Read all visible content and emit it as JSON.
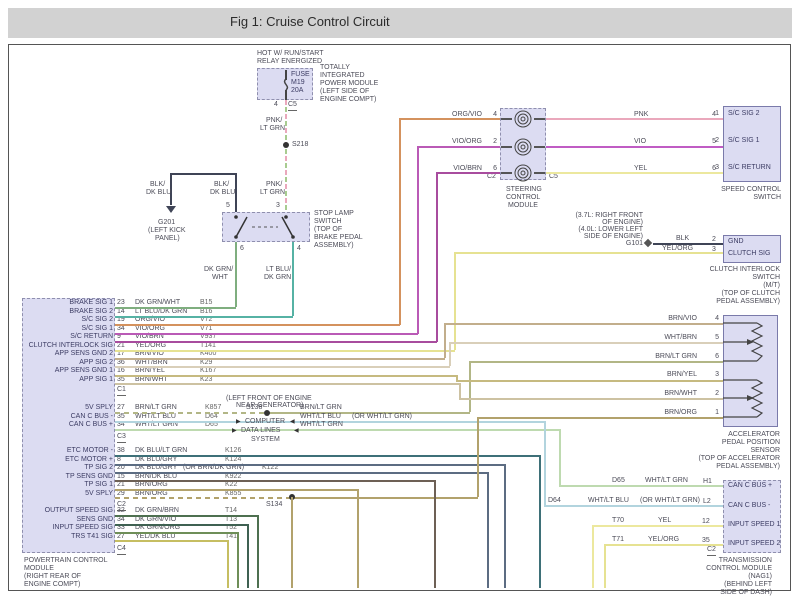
{
  "title": "Fig 1: Cruise Control Circuit",
  "tipm": {
    "hot_lines": [
      "HOT W/ RUN/START",
      "RELAY ENERGIZED"
    ],
    "fuse_lines": [
      "FUSE",
      "M19",
      "20A"
    ],
    "name_lines": [
      "TOTALLY",
      "INTEGRATED",
      "POWER MODULE",
      "(LEFT SIDE OF",
      "ENGINE COMPT)"
    ],
    "pin": "4",
    "connector": "C5"
  },
  "feed": {
    "wire1_lines": [
      "PNK/",
      "LT GRN"
    ],
    "splice": "S218",
    "wire2_lines": [
      "PNK/",
      "LT GRN"
    ],
    "pin_into_switch": "3"
  },
  "g201": {
    "wire_left_lines": [
      "BLK/",
      "DK BLU"
    ],
    "wire_right_lines": [
      "BLK/",
      "DK BLU"
    ],
    "name_lines": [
      "G201",
      "(LEFT KICK",
      "PANEL)"
    ],
    "pin_into_switch": "5"
  },
  "stop_lamp": {
    "bottom_pins": [
      "6",
      "4"
    ],
    "wire_left_lines": [
      "DK GRN/",
      "WHT"
    ],
    "wire_right_lines": [
      "LT BLU/",
      "DK GRN"
    ],
    "name_lines": [
      "STOP LAMP",
      "SWITCH",
      "(TOP OF",
      "BRAKE PEDAL",
      "ASSEMBLY)"
    ]
  },
  "scm": {
    "left_rows": [
      {
        "wire": "ORG/VIO",
        "pin": "4"
      },
      {
        "wire": "VIO/ORG",
        "pin": "2"
      },
      {
        "wire": "VIO/BRN",
        "pin": "6"
      }
    ],
    "right_rows": [
      {
        "wire": "PNK",
        "pin": "4"
      },
      {
        "wire": "VIO",
        "pin": "5"
      },
      {
        "wire": "YEL",
        "pin": "6"
      }
    ],
    "conn_left": "C2",
    "conn_right": "C5",
    "name_lines": [
      "STEERING",
      "CONTROL",
      "MODULE"
    ]
  },
  "spd_switch": {
    "rows": [
      {
        "pin": "1",
        "label": "S/C SIG 2"
      },
      {
        "pin": "2",
        "label": "S/C SIG 1"
      },
      {
        "pin": "3",
        "label": "S/C RETURN"
      }
    ],
    "name_lines": [
      "SPEED CONTROL",
      "SWITCH"
    ]
  },
  "g101": {
    "loc_lines": [
      "(3.7L: RIGHT FRONT",
      "OF ENGINE)",
      "(4.0L: LOWER LEFT",
      "SIDE OF ENGINE)",
      "G101"
    ]
  },
  "clutch": {
    "rows": [
      {
        "wire": "BLK",
        "pin": "2",
        "label": "GND"
      },
      {
        "wire": "YEL/ORG",
        "pin": "3",
        "label": "CLUTCH SIG"
      }
    ],
    "name_lines": [
      "CLUTCH INTERLOCK",
      "SWITCH",
      "(M/T)",
      "(TOP OF CLUTCH",
      "PEDAL ASSEMBLY)"
    ]
  },
  "pcm": {
    "name_lines": [
      "POWERTRAIN CONTROL",
      "MODULE",
      "(RIGHT REAR OF",
      "ENGINE COMPT)"
    ],
    "c1_rows": [
      {
        "label": "BRAKE SIG 1",
        "pin": "23",
        "wire": "DK GRN/WHT",
        "code": "B15"
      },
      {
        "label": "BRAKE SIG 2",
        "pin": "14",
        "wire": "LT BLU/DK GRN",
        "code": "B16"
      },
      {
        "label": "S/C SIG 2",
        "pin": "19",
        "wire": "ORG/VIO",
        "code": "V72"
      },
      {
        "label": "S/C SIG 1",
        "pin": "34",
        "wire": "VIO/ORG",
        "code": "V71"
      },
      {
        "label": "S/C RETURN",
        "pin": "9",
        "wire": "VIO/BRN",
        "code": "V937"
      },
      {
        "label": "CLUTCH INTERLOCK SIG",
        "pin": "21",
        "wire": "YEL/ORG",
        "code": "T141"
      },
      {
        "label": "APP SENS GND 2",
        "pin": "17",
        "wire": "BRN/VIO",
        "code": "K400"
      },
      {
        "label": "APP SIG 2",
        "pin": "36",
        "wire": "WHT/BRN",
        "code": "K29"
      },
      {
        "label": "APP SENS GND 1",
        "pin": "16",
        "wire": "BRN/YEL",
        "code": "K167"
      },
      {
        "label": "APP SIG 1",
        "pin": "35",
        "wire": "BRN/WHT",
        "code": "K23"
      }
    ],
    "conn1": "C1",
    "c3_rows": [
      {
        "label": "5V SPLY",
        "pin": "27",
        "wire": "BRN/LT GRN",
        "code": "K857"
      },
      {
        "label": "CAN C BUS -",
        "pin": "35",
        "wire": "WHT/LT BLU",
        "code": "D64"
      },
      {
        "label": "CAN C BUS +",
        "pin": "34",
        "wire": "WHT/LT GRN",
        "code": "D65"
      }
    ],
    "conn3": "C3",
    "c2_rows": [
      {
        "label": "ETC MOTOR -",
        "pin": "38",
        "wire": "DK BLU/LT GRN",
        "code": "K126"
      },
      {
        "label": "ETC MOTOR +",
        "pin": "8",
        "wire": "DK BLU/GRY",
        "code": "K124"
      },
      {
        "label": "TP SIG 2",
        "pin": "20",
        "wire": "DK BLU/GRY",
        "alt": "(OR BRN/DK GRN)",
        "code": "K122"
      },
      {
        "label": "TP SENS GND",
        "pin": "15",
        "wire": "BRN/DK BLU",
        "code": "K922"
      },
      {
        "label": "TP SIG 1",
        "pin": "21",
        "wire": "BRN/ORG",
        "code": "K22"
      },
      {
        "label": "5V SPLY",
        "pin": "29",
        "wire": "BRN/ORG",
        "code": "K855"
      }
    ],
    "conn2": "C2",
    "c4_rows": [
      {
        "label": "OUTPUT SPEED SIG",
        "pin": "32",
        "wire": "DK GRN/BRN",
        "code": "T14"
      },
      {
        "label": "SENS GND",
        "pin": "34",
        "wire": "DK GRN/VIO",
        "code": "T13"
      },
      {
        "label": "INPUT SPEED SIG",
        "pin": "33",
        "wire": "DK GRN/ORG",
        "code": "T52"
      },
      {
        "label": "TRS T41 SIG",
        "pin": "27",
        "wire": "YEL/DK BLU",
        "code": "T41"
      }
    ],
    "conn4": "C4"
  },
  "mid": {
    "gen_lines": [
      "(LEFT FRONT OF ENGINE",
      "NEAR GENERATOR)"
    ],
    "splice_s138": "S138",
    "splice_s134": "S134",
    "brn_lt_grn": "BRN/LT GRN",
    "wht_lt_blu": "WHT/LT BLU",
    "or_wht_lt_grn": "(OR WHT/LT GRN)",
    "wht_lt_grn": "WHT/LT GRN",
    "cdl_lines": [
      "COMPUTER",
      "DATA LINES",
      "SYSTEM"
    ]
  },
  "app": {
    "rows": [
      {
        "wire": "BRN/VIO",
        "pin": "4"
      },
      {
        "wire": "WHT/BRN",
        "pin": "5"
      },
      {
        "wire": "BRN/LT GRN",
        "pin": "6"
      },
      {
        "wire": "BRN/YEL",
        "pin": "3"
      },
      {
        "wire": "BRN/WHT",
        "pin": "2"
      },
      {
        "wire": "BRN/ORG",
        "pin": "1"
      }
    ],
    "name_lines": [
      "ACCELERATOR",
      "PEDAL POSITION",
      "SENSOR",
      "(TOP OF ACCELERATOR",
      "PEDAL ASSEMBLY)"
    ]
  },
  "tcm": {
    "rows": [
      {
        "code": "D65",
        "wire": "WHT/LT GRN",
        "alt": "",
        "pin": "H1",
        "label": "CAN C BUS +"
      },
      {
        "code": "D64",
        "wire": "WHT/LT BLU",
        "alt": "(OR WHT/LT GRN)",
        "pin": "L2",
        "label": "CAN C BUS -"
      },
      {
        "code": "T70",
        "wire": "YEL",
        "alt": "",
        "pin": "12",
        "label": "INPUT SPEED 1"
      },
      {
        "code": "T71",
        "wire": "YEL/ORG",
        "alt": "",
        "pin": "35",
        "label": "INPUT SPEED 2"
      }
    ],
    "connector": "C2",
    "name_lines": [
      "TRANSMISSION",
      "CONTROL MODULE",
      "(NAG1)",
      "(BEHIND LEFT",
      "SIDE OF DASH)"
    ]
  },
  "palette": {
    "header_bar": "#d2d2d2",
    "module_fill": "#dcdcf2",
    "module_border": "#7a7aaa",
    "wire_colors": {
      "PNK": "#eaa8bc",
      "VIO": "#c05cc4",
      "YEL": "#ece89e",
      "BLK": "#3f4456",
      "PNK/LT GRN": [
        "#eaa8bc",
        "#a8cc90"
      ],
      "ORG/VIO": "#d4925e",
      "VIO/ORG": "#ba5ab6",
      "VIO/BRN": "#a84c9e",
      "DK GRN/WHT": "#7fae7f",
      "LT BLU/DK GRN": "#56b2a4",
      "YEL/ORG": "#e6e292",
      "BRN/VIO": "#c2ae8c",
      "WHT/BRN": "#d9cfb9",
      "BRN/YEL": "#c6ba80",
      "BRN/WHT": "#cdc2a2",
      "BRN/LT GRN": "#b2b686",
      "WHT/LT BLU": "#b2d4de",
      "WHT/LT GRN": "#bedab0",
      "DK BLU/LT GRN": "#3e7078",
      "DK BLU/GRY": "#5c6c82",
      "BRN/DK BLU": "#6d6055",
      "BRN/ORG": "#b2a26c",
      "DK GRN/BRN": "#4e7050",
      "DK GRN/VIO": "#3f6152",
      "DK GRN/ORG": "#6e8e58",
      "YEL/DK BLU": "#c6be62"
    }
  }
}
